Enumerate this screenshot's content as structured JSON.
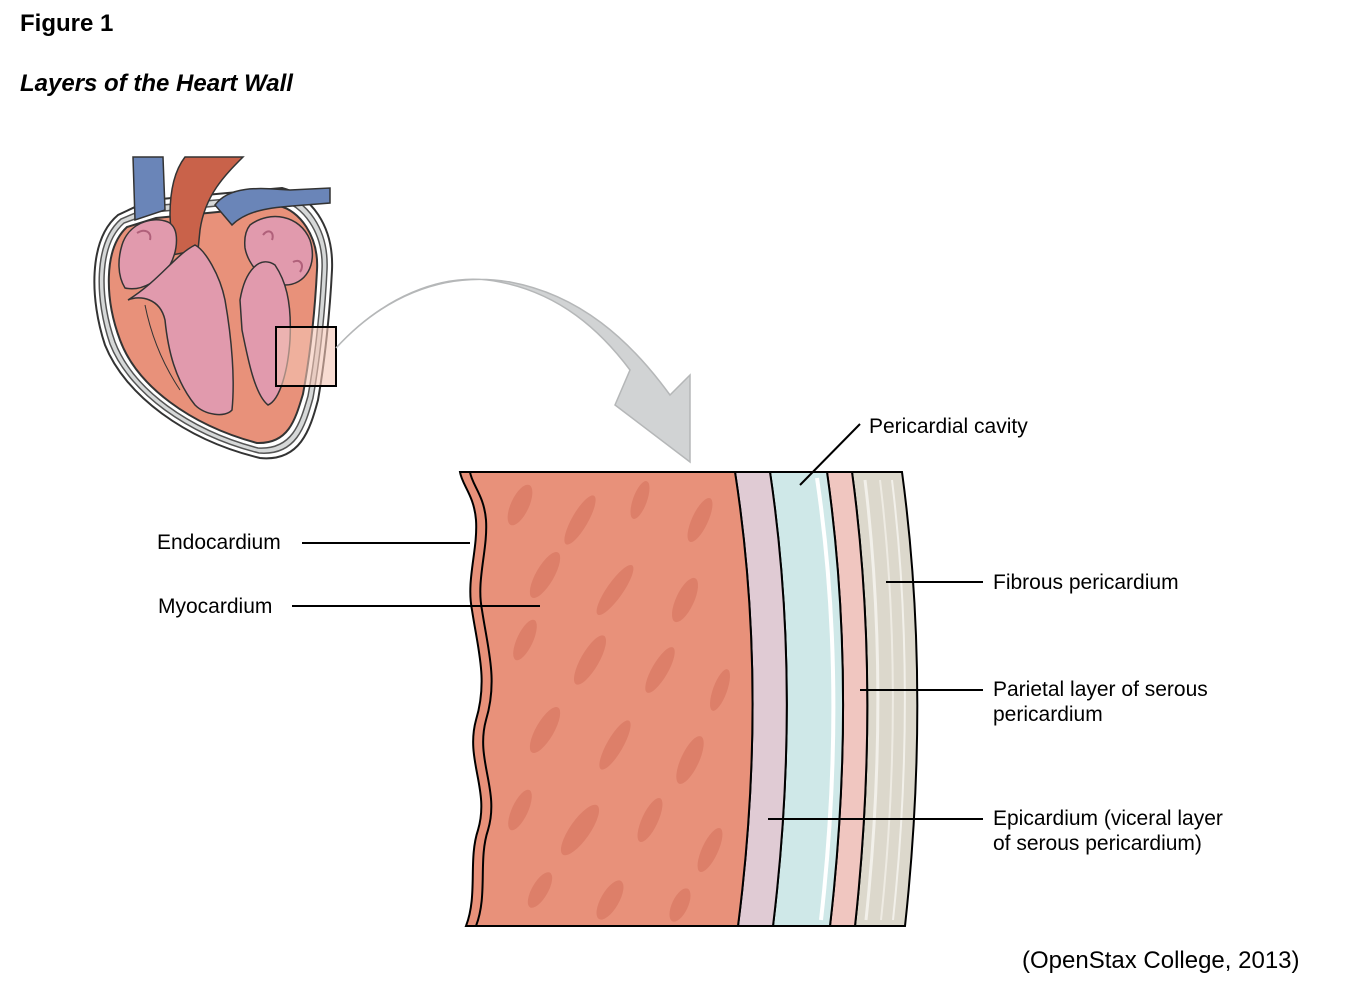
{
  "figure": {
    "number": "Figure 1",
    "title": "Layers of the Heart Wall",
    "credit": "(OpenStax College, 2013)"
  },
  "labels": {
    "endocardium": "Endocardium",
    "myocardium": "Myocardium",
    "pericardial_cavity": "Pericardial cavity",
    "fibrous_pericardium": "Fibrous pericardium",
    "parietal_line1": "Parietal layer of serous",
    "parietal_line2": "pericardium",
    "epicardium_line1": "Epicardium (viceral layer",
    "epicardium_line2": "of serous pericardium)"
  },
  "colors": {
    "myocardium": "#e8917a",
    "myocardium_fibers": "#dd7f69",
    "heart_chambers": "#e19aad",
    "vein_blue": "#6a85b8",
    "artery_red": "#c9624a",
    "epicardium": "#e0cbd4",
    "pericardial_cavity": "#cfe8e8",
    "parietal_layer": "#f0c6c0",
    "fibrous_pericardium": "#dcd8cc",
    "arrow": "#d1d3d4"
  }
}
